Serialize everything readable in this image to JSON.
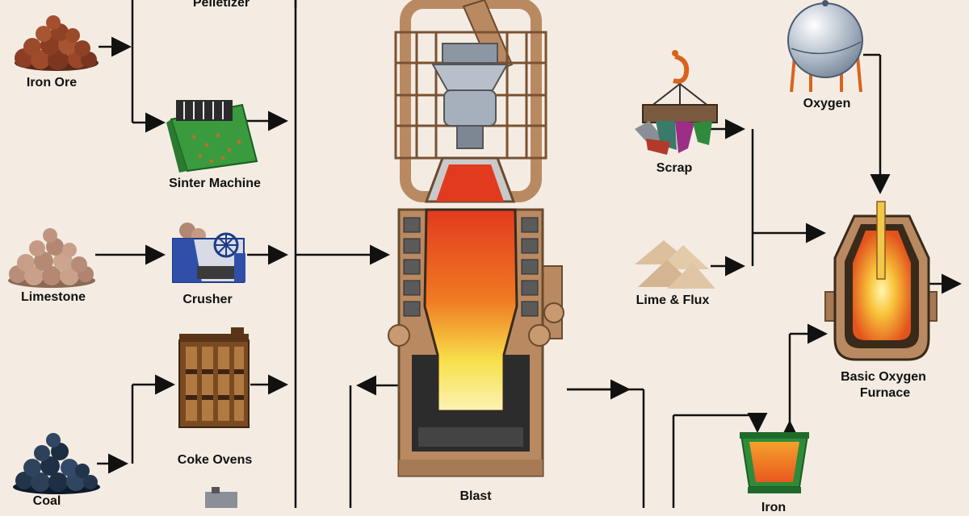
{
  "labels": {
    "pelletizer": "Pelletizer",
    "iron_ore": "Iron Ore",
    "sinter_machine": "Sinter Machine",
    "limestone": "Limestone",
    "crusher": "Crusher",
    "coke_ovens": "Coke Ovens",
    "coal": "Coal",
    "blast": "Blast",
    "scrap": "Scrap",
    "lime_flux": "Lime & Flux",
    "oxygen": "Oxygen",
    "bof_line1": "Basic Oxygen",
    "bof_line2": "Furnace",
    "iron": "Iron"
  },
  "colors": {
    "background": "#f4ece2",
    "line": "#111111",
    "furnace_brown": "#b98a62",
    "furnace_dark": "#6b4a2e",
    "flame_red": "#e53a1c",
    "flame_yellow": "#f7e14b",
    "machine_green": "#2e8b3a",
    "crusher_blue": "#2f4fa8"
  }
}
